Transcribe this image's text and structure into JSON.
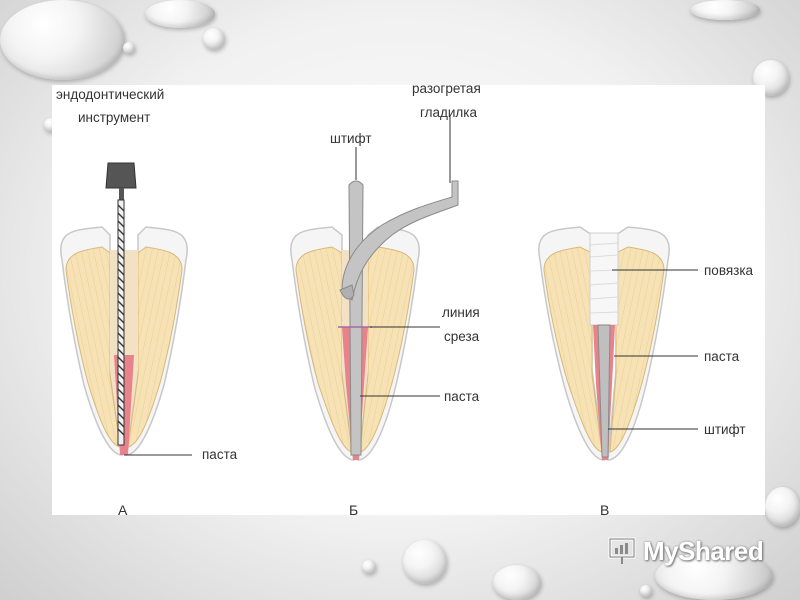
{
  "labels": {
    "endo_instrument_line1": "эндодонтический",
    "endo_instrument_line2": "инструмент",
    "paste": "паста",
    "pin": "штифт",
    "heated_spatula_line1": "разогретая",
    "heated_spatula_line2": "гладилка",
    "cut_line_line1": "линия",
    "cut_line_line2": "среза",
    "dressing": "повязка"
  },
  "captions": {
    "a": "А",
    "b": "Б",
    "c": "В"
  },
  "logo": {
    "text": "MyShared"
  },
  "colors": {
    "dentin": "#f6e2b4",
    "enamel": "#f5f5f5",
    "paste": "#e8838c",
    "pin": "#bfbfbf"
  }
}
